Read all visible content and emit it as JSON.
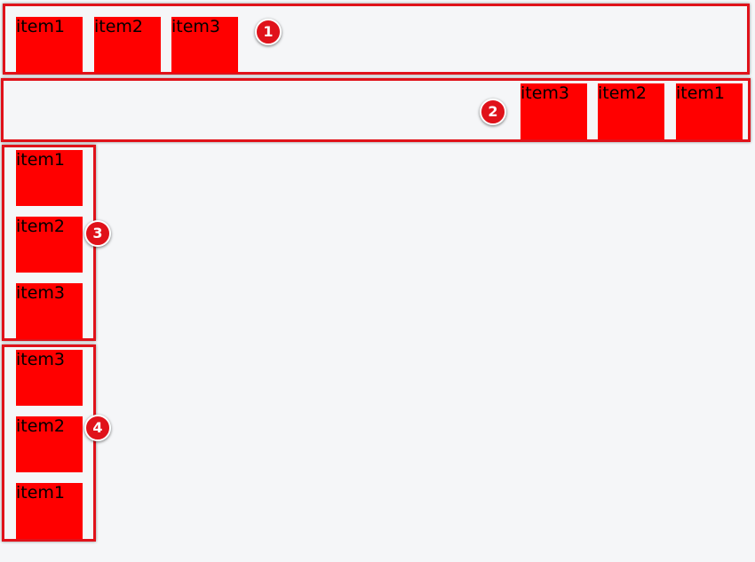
{
  "demos": [
    {
      "badge": "1",
      "items": [
        "item1",
        "item2",
        "item3"
      ]
    },
    {
      "badge": "2",
      "items": [
        "item3",
        "item2",
        "item1"
      ]
    },
    {
      "badge": "3",
      "items": [
        "item1",
        "item2",
        "item3"
      ]
    },
    {
      "badge": "4",
      "items": [
        "item3",
        "item2",
        "item1"
      ]
    }
  ],
  "colors": {
    "frame": "#e0121a",
    "item_fill": "#ff0000",
    "background": "#f5f6f8"
  }
}
